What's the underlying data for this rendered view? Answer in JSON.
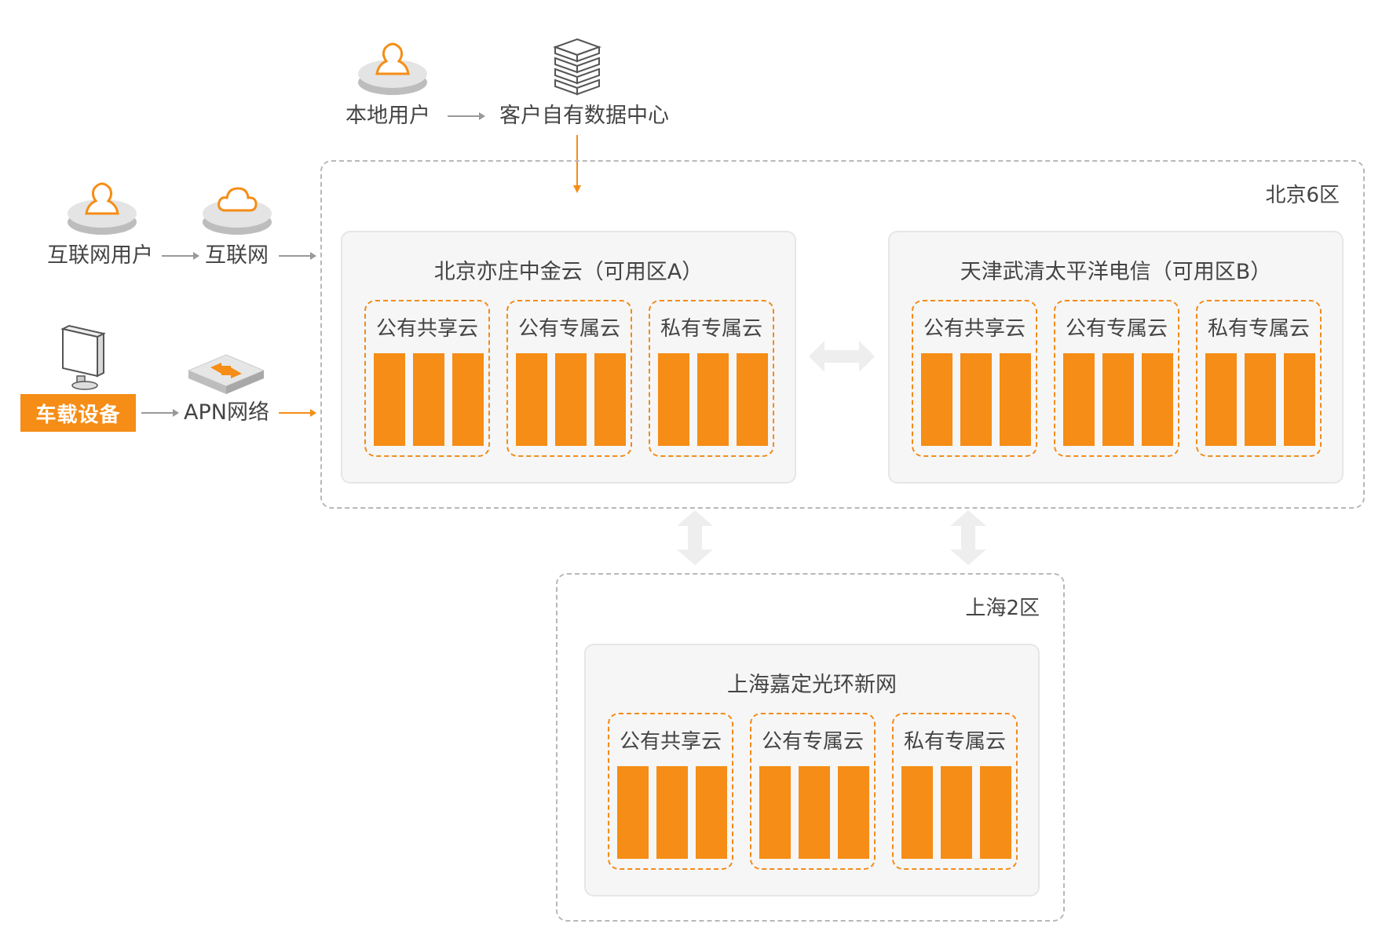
{
  "local_user": {
    "label": "本地用户"
  },
  "customer_dc": {
    "label": "客户自有数据中心"
  },
  "internet_user": {
    "label": "互联网用户"
  },
  "internet": {
    "label": "互联网"
  },
  "vehicle_device": {
    "label": "车载设备"
  },
  "apn_network": {
    "label": "APN网络"
  },
  "region_beijing": {
    "title": "北京6区",
    "zone_a": {
      "title": "北京亦庄中金云（可用区A）",
      "clouds": [
        "公有共享云",
        "公有专属云",
        "私有专属云"
      ]
    },
    "zone_b": {
      "title": "天津武清太平洋电信（可用区B）",
      "clouds": [
        "公有共享云",
        "公有专属云",
        "私有专属云"
      ]
    }
  },
  "region_shanghai": {
    "title": "上海2区",
    "zone": {
      "title": "上海嘉定光环新网",
      "clouds": [
        "公有共享云",
        "公有专属云",
        "私有专属云"
      ]
    }
  },
  "colors": {
    "accent": "#f58d16",
    "dashed_border": "#b8b8b8",
    "zone_bg": "#f6f6f6",
    "connector_gray": "#eeeeee",
    "arrow_gray": "#999999"
  },
  "icons": {
    "user": "user-platform-icon",
    "cloud": "cloud-platform-icon",
    "server": "server-stack-icon",
    "monitor": "monitor-icon",
    "router": "router-icon"
  }
}
